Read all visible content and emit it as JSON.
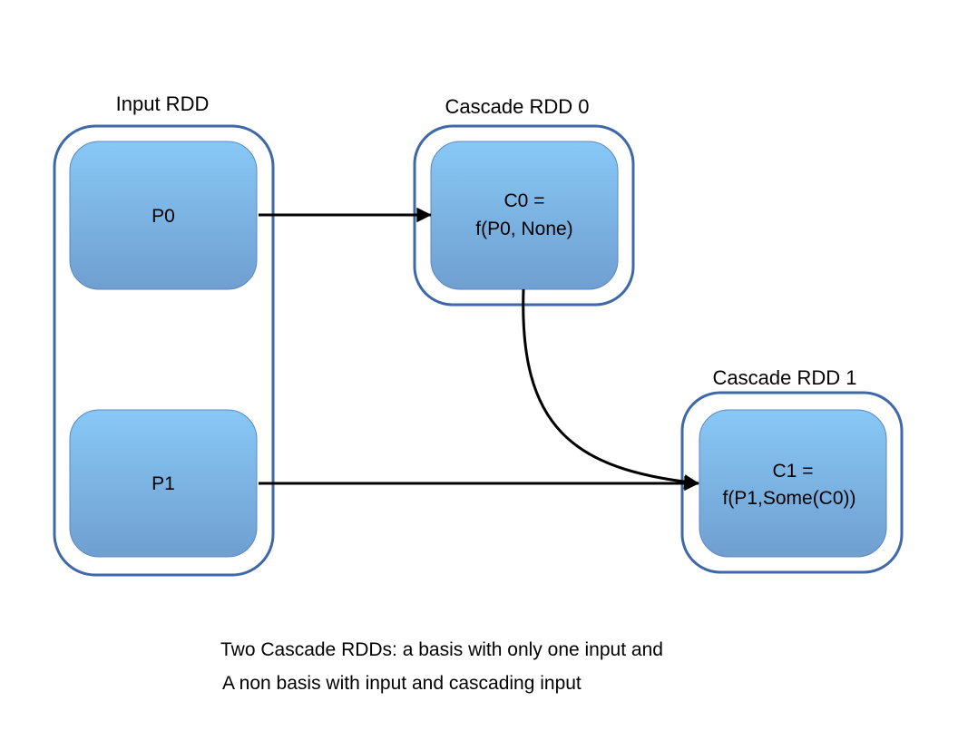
{
  "colors": {
    "group_border": "#3e68a8",
    "partition_fill_top": "#88c8f6",
    "partition_fill_bottom": "#6f9fd0",
    "partition_border": "#5b88c0",
    "arrow": "#000000"
  },
  "groups": {
    "input": {
      "label": "Input RDD"
    },
    "cascade0": {
      "label": "Cascade RDD 0"
    },
    "cascade1": {
      "label": "Cascade RDD 1"
    }
  },
  "partitions": {
    "p0": {
      "line1": "P0"
    },
    "p1": {
      "line1": "P1"
    },
    "c0": {
      "line1": "C0 =",
      "line2": "f(P0, None)"
    },
    "c1": {
      "line1": "C1 =",
      "line2": "f(P1,Some(C0))"
    }
  },
  "caption": {
    "line1": "Two Cascade RDDs: a basis with only one input and",
    "line2": "A non basis with input and cascading input"
  }
}
